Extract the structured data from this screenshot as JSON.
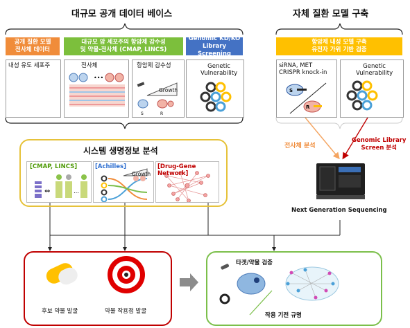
{
  "left_section": {
    "title": "대규모 공개 데이터 베이스",
    "headers": [
      {
        "label": "공개 질환 모델\n전사체 데이터",
        "color": "#f08c3a"
      },
      {
        "label": "대규모 암 세포주의 항암제 감수성\n및 약물-전사체 (CMAP, LINCS)",
        "color": "#7cbf3c"
      },
      {
        "label": "Genomic KD/KO\nLibrary Screening",
        "color": "#4472c4"
      }
    ],
    "panels": [
      {
        "label": "내성 유도 세포주"
      },
      {
        "label": "전사체"
      },
      {
        "label": "항암제 감수성",
        "growth": "Growth"
      },
      {
        "label": "Genetic\nVulnerability"
      }
    ]
  },
  "right_section": {
    "title": "자체 질환 모델 구축",
    "header": {
      "label": "항암제 내성 모델 구축\n유전자 가위 기반 검증",
      "color": "#ffc000"
    },
    "panels": [
      {
        "label": "siRNA, MET\nCRISPR knock-in"
      },
      {
        "label": "Genetic\nVulnerability"
      }
    ],
    "arrow_labels": {
      "transcriptome": "전사체 분석",
      "screen": "Genomic Library\nScreen 분석"
    },
    "ngs_label": "Next Generation Sequencing"
  },
  "systems": {
    "title": "시스템 생명정보 분석",
    "panels": [
      {
        "label": "[CMAP, LINCS]",
        "color": "#4e9a06"
      },
      {
        "label": "[Achilles]",
        "color": "#2f6fd0",
        "growth": "Growth"
      },
      {
        "label": "[Drug-Gene Network]",
        "color": "#c00000"
      }
    ]
  },
  "outputs": {
    "left": [
      {
        "label": "후보 약물 발굴"
      },
      {
        "label": "약물 작용점 발굴"
      }
    ],
    "right": [
      {
        "label": "타겟/약물 검증"
      },
      {
        "label": "작용 기전 규명"
      }
    ]
  },
  "colors": {
    "systems_border": "#e6c23a",
    "red_border": "#c00000",
    "green_border": "#7bbf4a",
    "orange_arrow": "#f4a460",
    "red_arrow": "#c00000"
  }
}
